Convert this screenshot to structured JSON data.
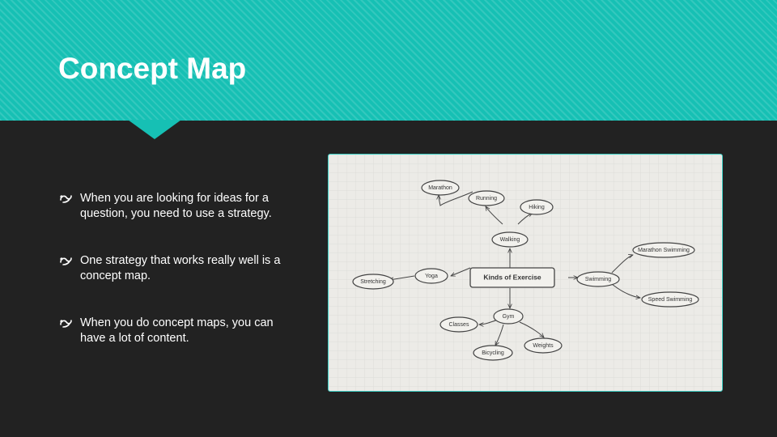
{
  "slide": {
    "title": "Concept Map",
    "accent_color": "#16c0b4",
    "background_color": "#222222",
    "bullet_icon": "bullet-swirl-icon",
    "bullets": [
      "When you are looking for ideas for a question, you need to use a strategy.",
      "One strategy that works really well is a concept map.",
      "When you do concept maps, you can have a lot of content."
    ]
  },
  "concept_map": {
    "center": "Kinds of Exercise",
    "nodes": {
      "marathon": "Marathon",
      "running": "Running",
      "hiking": "Hiking",
      "walking": "Walking",
      "yoga": "Yoga",
      "stretching": "Stretching",
      "marathon_swimming": "Marathon Swimming",
      "swimming": "Swimming",
      "speed_swimming": "Speed Swimming",
      "gym": "Gym",
      "classes": "Classes",
      "weights": "Weights",
      "bicycling": "Bicycling"
    }
  }
}
